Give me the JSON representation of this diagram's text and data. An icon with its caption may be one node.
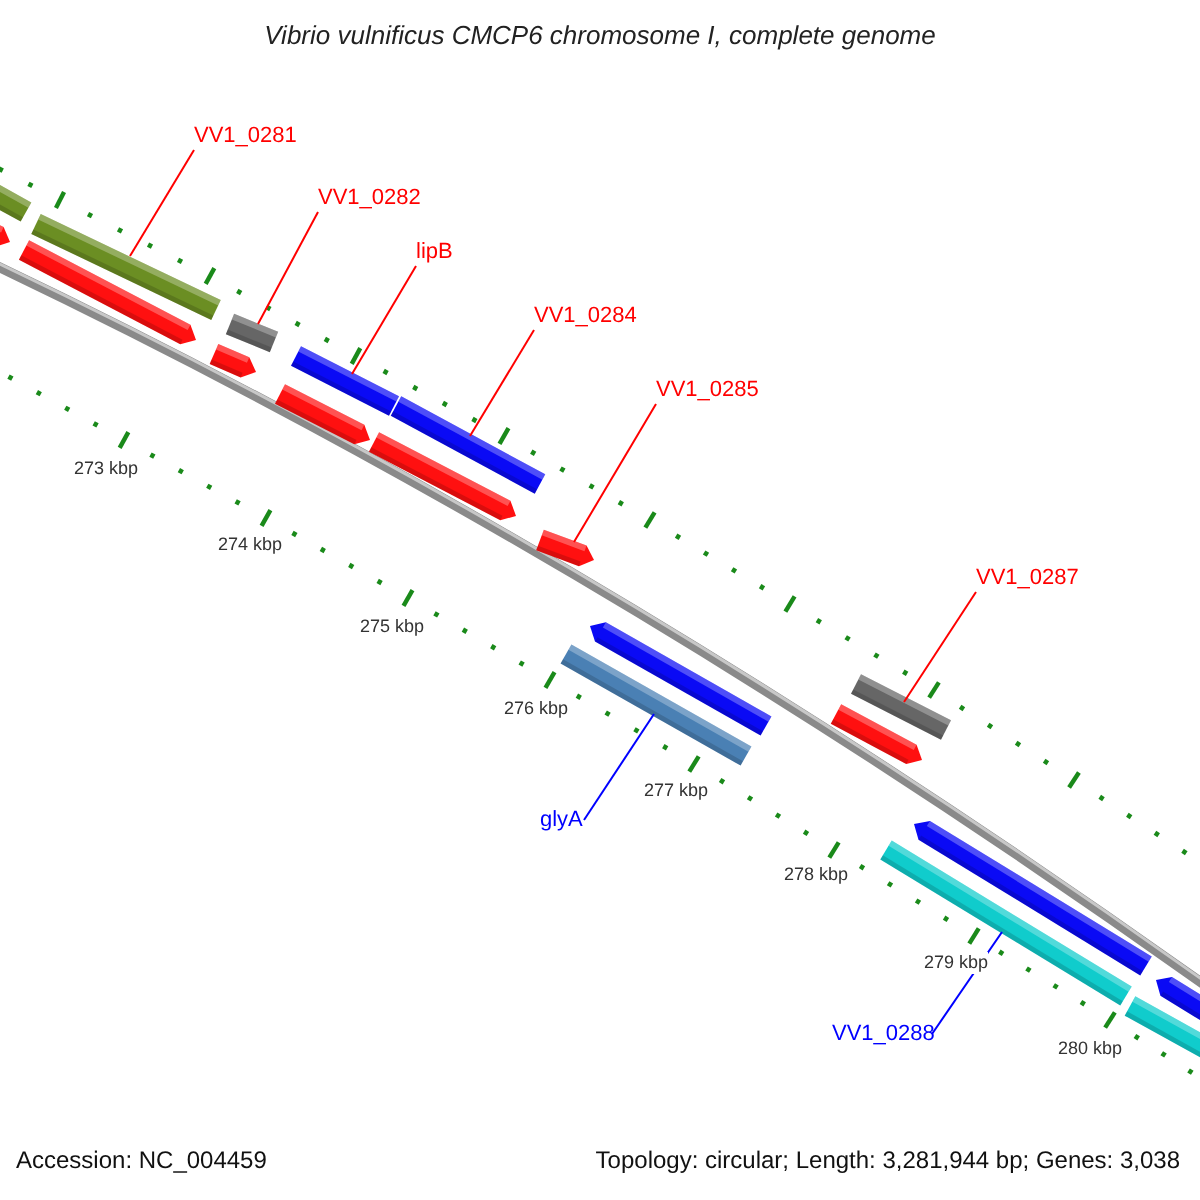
{
  "diagram": {
    "title": "Vibrio vulnificus CMCP6 chromosome I, complete genome",
    "nodes": [
      {
        "text": [
          "VV1_0281"
        ]
      },
      {
        "text": [],
        "shape": "bar"
      },
      {
        "text": [
          "VV1_0282"
        ]
      },
      {
        "text": [],
        "shape": "bar"
      },
      {
        "text": [
          "lipB"
        ]
      },
      {
        "text": [],
        "shape": "bar"
      },
      {
        "text": [
          "VV1_0284"
        ]
      },
      {
        "text": [],
        "shape": "bar"
      },
      {
        "text": [
          "VV1_0285"
        ]
      },
      {
        "text": [],
        "shape": "bar"
      },
      {
        "text": [
          "glyA"
        ]
      },
      {
        "text": [],
        "shape": "bar"
      },
      {
        "text": [
          "VV1_0287"
        ]
      },
      {
        "text": [],
        "shape": "bar"
      },
      {
        "text": [
          "VV1_0288"
        ]
      },
      {
        "text": [],
        "shape": "bar"
      }
    ],
    "edges": [
      {
        "from": 0,
        "to": 1,
        "arrow": "none"
      },
      {
        "from": 2,
        "to": 3,
        "arrow": "none"
      },
      {
        "from": 4,
        "to": 5,
        "arrow": "none"
      },
      {
        "from": 6,
        "to": 7,
        "arrow": "none"
      },
      {
        "from": 8,
        "to": 9,
        "arrow": "none"
      },
      {
        "from": 10,
        "to": 11,
        "arrow": "none",
        "color": "#0000ff"
      },
      {
        "from": 12,
        "to": 13,
        "arrow": "none"
      },
      {
        "from": 14,
        "to": 15,
        "arrow": "none",
        "color": "#0000ff"
      }
    ],
    "labels": [
      "273 kbp",
      "274 kbp",
      "275 kbp",
      "276 kbp",
      "277 kbp",
      "278 kbp",
      "279 kbp",
      "280 kbp",
      "Accession: NC_004459",
      "Topology: circular; Length: 3,281,944 bp; Genes: 3,038"
    ]
  }
}
